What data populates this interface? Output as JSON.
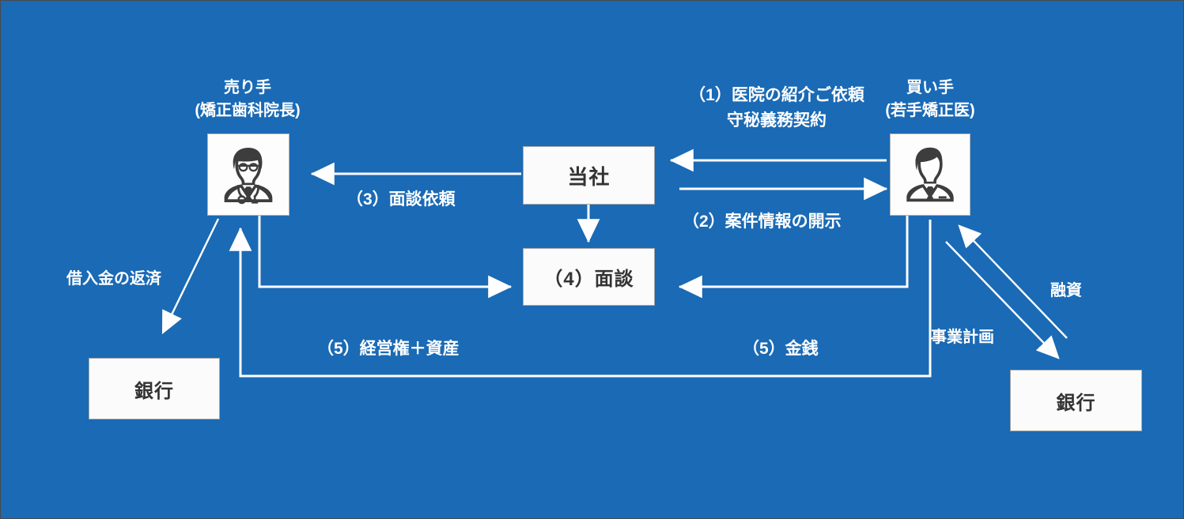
{
  "diagram": {
    "title_alt": "歯科医院M&Aスキーム図",
    "background_color": "#1a6ab5",
    "node_fill": "#fbfbfb",
    "node_text_color": "#333333",
    "line_color": "#ffffff"
  },
  "actors": {
    "seller": {
      "name_line1": "売り手",
      "name_line2": "(矯正歯科院長)",
      "icon": "doctor-avatar-icon"
    },
    "buyer": {
      "name_line1": "買い手",
      "name_line2": "(若手矯正医)",
      "icon": "businessman-avatar-icon"
    }
  },
  "nodes": {
    "company": "当社",
    "meeting": "（4）面談",
    "bank_left": "銀行",
    "bank_right": "銀行"
  },
  "edges": {
    "step1_line1": "（1）医院の紹介ご依頼",
    "step1_line2": "守秘義務契約",
    "step2": "（2）案件情報の開示",
    "step3": "（3）面談依頼",
    "step5_left": "（5）経営権＋資産",
    "step5_right": "（5）金銭",
    "loan_repayment": "借入金の返済",
    "business_plan": "事業計画",
    "financing": "融資"
  }
}
